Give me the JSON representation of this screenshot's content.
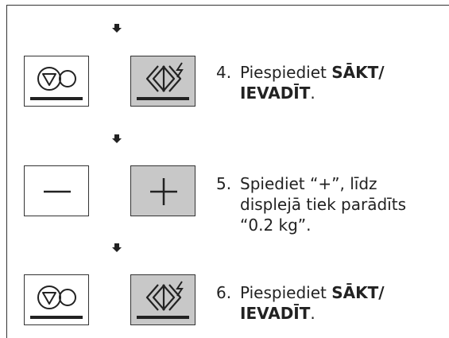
{
  "steps": [
    {
      "number": "4.",
      "text_before": "Piespiediet ",
      "bold_line1": "SĀKT/",
      "bold_line2": "IEVADĪT",
      "text_after": "."
    },
    {
      "number": "5.",
      "line1": "Spiediet “+”, līdz",
      "line2": "displejā tiek parādīts",
      "line3": "“0.2 kg”."
    },
    {
      "number": "6.",
      "text_before": "Piespiediet ",
      "bold_line1": "SĀKT/",
      "bold_line2": "IEVADĪT",
      "text_after": "."
    }
  ],
  "icons": {
    "stop_button": "stop-clear-icon",
    "start_button": "start-enter-icon",
    "minus_button": "minus-icon",
    "plus_button": "plus-icon",
    "flow_arrow": "arrow-down-icon"
  },
  "colors": {
    "gray_key": "#c8c8c8",
    "ink": "#222222"
  }
}
